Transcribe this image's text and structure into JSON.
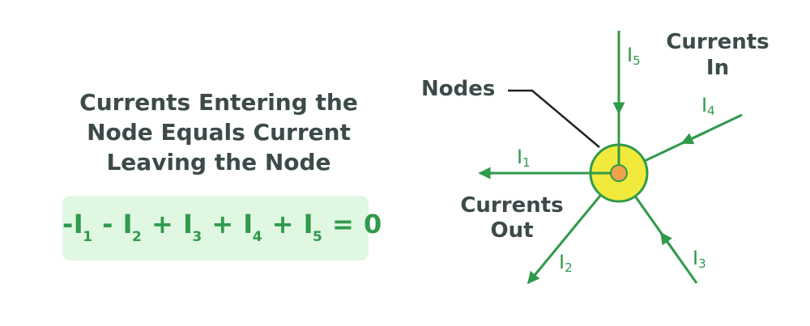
{
  "statement": {
    "line1": "Currents Entering the",
    "line2": "Node Equals Current",
    "line3": "Leaving the Node"
  },
  "formula": {
    "terms": [
      {
        "prefix": "-I",
        "sub": "1"
      },
      {
        "prefix": " - I",
        "sub": "2"
      },
      {
        "prefix": " + I",
        "sub": "3"
      },
      {
        "prefix": " + I",
        "sub": "4"
      },
      {
        "prefix": " + I",
        "sub": "5"
      }
    ],
    "equals": " = 0"
  },
  "labels": {
    "nodes": "Nodes",
    "currents_in_line1": "Currents",
    "currents_in_line2": "In",
    "currents_out_line1": "Currents",
    "currents_out_line2": "Out"
  },
  "currents": [
    {
      "letter": "I",
      "sub": "1"
    },
    {
      "letter": "I",
      "sub": "2"
    },
    {
      "letter": "I",
      "sub": "3"
    },
    {
      "letter": "I",
      "sub": "4"
    },
    {
      "letter": "I",
      "sub": "5"
    }
  ],
  "colors": {
    "wire": "#2f9a4b",
    "node_fill": "#f1ea3c",
    "node_center": "#f2a14c",
    "text_dark": "#3d4a4a",
    "formula_bg": "#e0f7e2"
  }
}
